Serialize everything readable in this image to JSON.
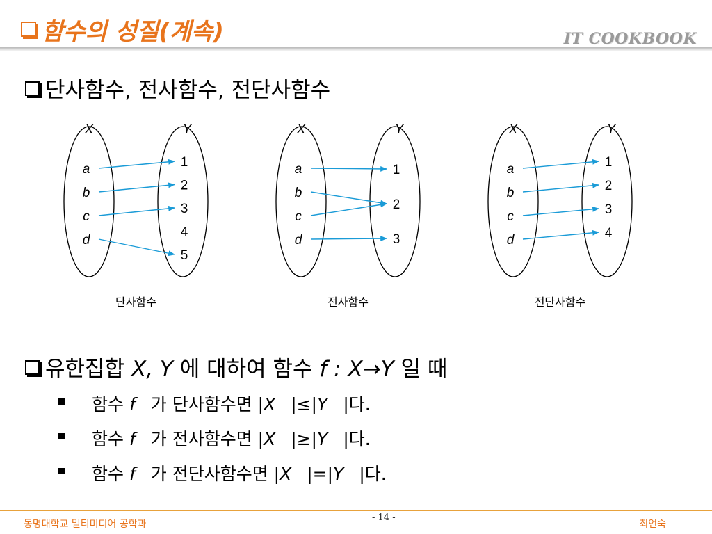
{
  "title": "함수의 성질(계속)",
  "brand": "IT COOKBOOK",
  "heading1": "단사함수, 전사함수, 전단사함수",
  "diagrams": [
    {
      "label": "단사함수",
      "x_name": "X",
      "y_name": "Y",
      "domain": [
        "a",
        "b",
        "c",
        "d"
      ],
      "codomain": [
        "1",
        "2",
        "3",
        "4",
        "5"
      ],
      "mapping": [
        [
          0,
          0
        ],
        [
          1,
          1
        ],
        [
          2,
          2
        ],
        [
          3,
          4
        ]
      ]
    },
    {
      "label": "전사함수",
      "x_name": "X",
      "y_name": "Y",
      "domain": [
        "a",
        "b",
        "c",
        "d"
      ],
      "codomain": [
        "1",
        "2",
        "3"
      ],
      "mapping": [
        [
          0,
          0
        ],
        [
          1,
          1
        ],
        [
          2,
          1
        ],
        [
          3,
          2
        ]
      ]
    },
    {
      "label": "전단사함수",
      "x_name": "X",
      "y_name": "Y",
      "domain": [
        "a",
        "b",
        "c",
        "d"
      ],
      "codomain": [
        "1",
        "2",
        "3",
        "4"
      ],
      "mapping": [
        [
          0,
          0
        ],
        [
          1,
          1
        ],
        [
          2,
          2
        ],
        [
          3,
          3
        ]
      ]
    }
  ],
  "heading2": {
    "prefix": "유한집합",
    "sets": "X, Y",
    "middle": "에 대하여 함수",
    "func": "f : X→Y",
    "suffix": "일 때"
  },
  "items": [
    {
      "prefix": "함수",
      "f": "f",
      "text": "가 단사함수면 |",
      "x": "X",
      "rel": "|≤|",
      "y": "Y",
      "end": "|다."
    },
    {
      "prefix": "함수",
      "f": "f",
      "text": "가 전사함수면 |",
      "x": "X",
      "rel": "|≥|",
      "y": "Y",
      "end": "|다."
    },
    {
      "prefix": "함수",
      "f": "f",
      "text": "가 전단사함수면 |",
      "x": "X",
      "rel": "|=|",
      "y": "Y",
      "end": "|다."
    }
  ],
  "footer": {
    "left": "동명대학교 멀티미디어 공학과",
    "page": "- 14 -",
    "right": "최언숙"
  },
  "colors": {
    "accent": "#e8741c",
    "arrow": "#1a9bd7"
  }
}
